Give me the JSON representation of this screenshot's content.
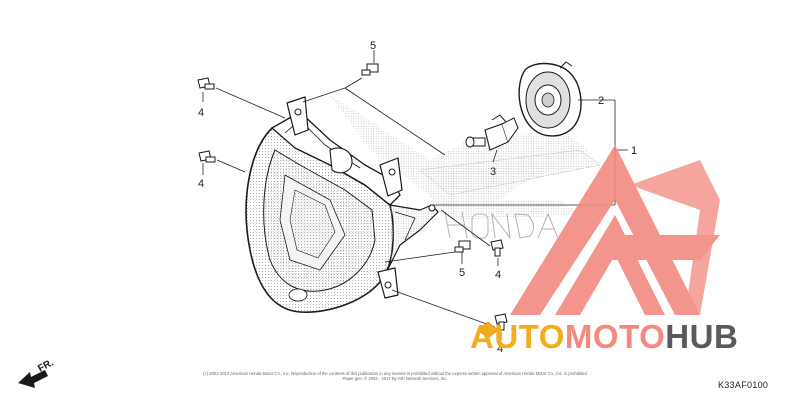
{
  "diagram": {
    "callouts": {
      "c1": "1",
      "c2": "2",
      "c3": "3",
      "c4a": "4",
      "c4b": "4",
      "c4c": "4",
      "c4d": "4",
      "c5a": "5",
      "c5b": "5"
    },
    "direction_label": "FR.",
    "copyright_line1": "(c) 2002-2013 American Honda Motor Co., Inc. Reproduction of the contents of this publication in any manner is prohibited without the express written approval of American Honda Motor Co., Inc. is prohibited",
    "copyright_line2": "Paper gen. © 2004 - 2017 By ARI Network Services, Inc.",
    "diagram_code": "K33AF0100"
  },
  "watermark": {
    "brand_part1": "AUTO",
    "brand_part2": "MOTO",
    "brand_part3": "HUB",
    "colors": {
      "orange": "#f2ad1c",
      "salmon": "#f28a80",
      "gray": "#5a5a5a"
    }
  }
}
